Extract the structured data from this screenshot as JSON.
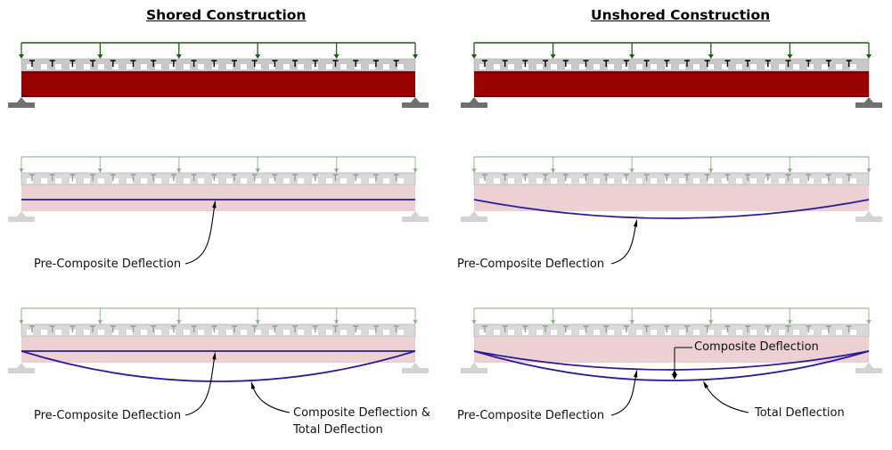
{
  "titles": {
    "shored": "Shored Construction",
    "unshored": "Unshored Construction"
  },
  "labels": {
    "shored_mid_pre": "Pre-Composite Deflection",
    "unshored_mid_pre": "Pre-Composite Deflection",
    "shored_bot_pre": "Pre-Composite Deflection",
    "shored_bot_comp_line1": "Composite Deflection &",
    "shored_bot_comp_line2": "Total Deflection",
    "unshored_bot_pre": "Pre-Composite Deflection",
    "unshored_bot_comp": "Composite Deflection",
    "unshored_bot_total": "Total Deflection"
  },
  "colors": {
    "steel_beam": "#990000",
    "faded_beam": "#ecd0d2",
    "deck": "#c8c8c8",
    "load": "#1e5c16",
    "deflection": "#2a1b9a",
    "support": "#707070"
  }
}
